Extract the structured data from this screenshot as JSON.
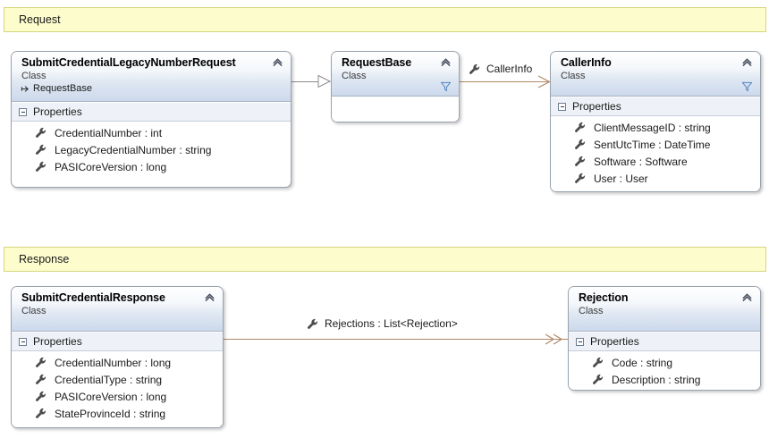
{
  "diagram": {
    "title": "UML class diagram",
    "accent_banner_bg": "#fcfccd",
    "accent_banner_border": "#d6d67f",
    "association_color": "#b08968",
    "inheritance_color": "#8c8c8c",
    "header_gradient_top": "#ffffff",
    "header_gradient_bottom": "#ccd9ec"
  },
  "sections": [
    {
      "name": "request",
      "label": "Request"
    },
    {
      "name": "response",
      "label": "Response"
    }
  ],
  "classes": {
    "submit_credential_legacy_number_request": {
      "name": "SubmitCredentialLegacyNumberRequest",
      "stereotype": "Class",
      "base_class": "RequestBase",
      "compartment": "Properties",
      "members": [
        "CredentialNumber : int",
        "LegacyCredentialNumber : string",
        "PASICoreVersion : long"
      ]
    },
    "request_base": {
      "name": "RequestBase",
      "stereotype": "Class",
      "base_class": "",
      "compartment": "",
      "members": []
    },
    "caller_info": {
      "name": "CallerInfo",
      "stereotype": "Class",
      "base_class": "",
      "compartment": "Properties",
      "members": [
        "ClientMessageID : string",
        "SentUtcTime : DateTime",
        "Software : Software",
        "User : User"
      ]
    },
    "submit_credential_response": {
      "name": "SubmitCredentialResponse",
      "stereotype": "Class",
      "base_class": "",
      "compartment": "Properties",
      "members": [
        "CredentialNumber : long",
        "CredentialType : string",
        "PASICoreVersion : long",
        "StateProvinceId : string"
      ]
    },
    "rejection": {
      "name": "Rejection",
      "stereotype": "Class",
      "base_class": "",
      "compartment": "Properties",
      "members": [
        "Code : string",
        "Description : string"
      ]
    }
  },
  "connectors": {
    "inheritance_legacy_to_base": {
      "label": "",
      "kind": "inheritance"
    },
    "association_base_to_callerinfo": {
      "label": "CallerInfo",
      "kind": "association"
    },
    "association_response_to_rejection": {
      "label": "Rejections : List<Rejection>",
      "kind": "association-collection"
    }
  },
  "icons": {
    "property": "wrench-icon",
    "collapse": "chevron-up-icon",
    "filter": "funnel-icon",
    "expander": "minus-box-icon",
    "inherits": "arrow-right-icon"
  }
}
